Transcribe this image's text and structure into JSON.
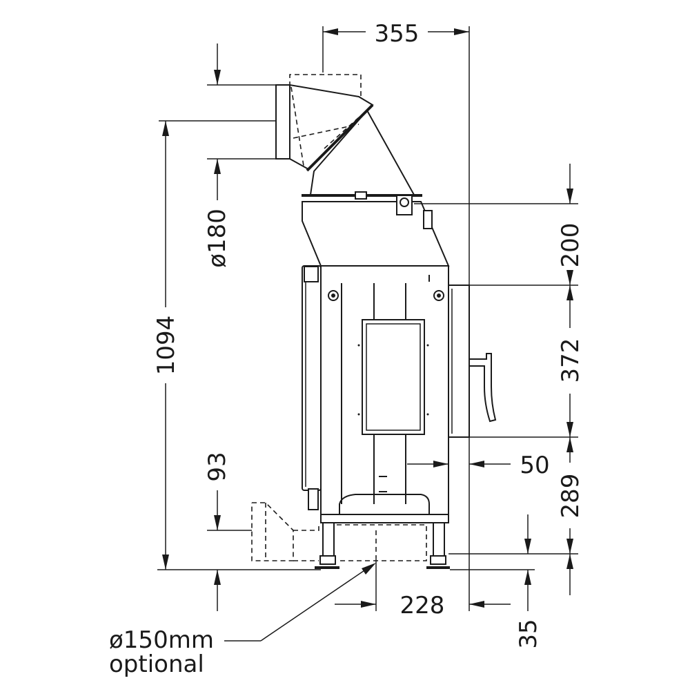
{
  "dimensions": {
    "top_width": "355",
    "flue_diameter": "ø180",
    "overall_height": "1094",
    "top_section": "200",
    "door_height": "372",
    "handle_offset": "50",
    "base_height": "289",
    "air_inlet_height": "93",
    "air_inlet_offset": "228",
    "foot_height": "35"
  },
  "annotation": {
    "line1": "ø150mm",
    "line2": "optional"
  },
  "colors": {
    "ink": "#1a1a1a",
    "paper": "#ffffff"
  }
}
